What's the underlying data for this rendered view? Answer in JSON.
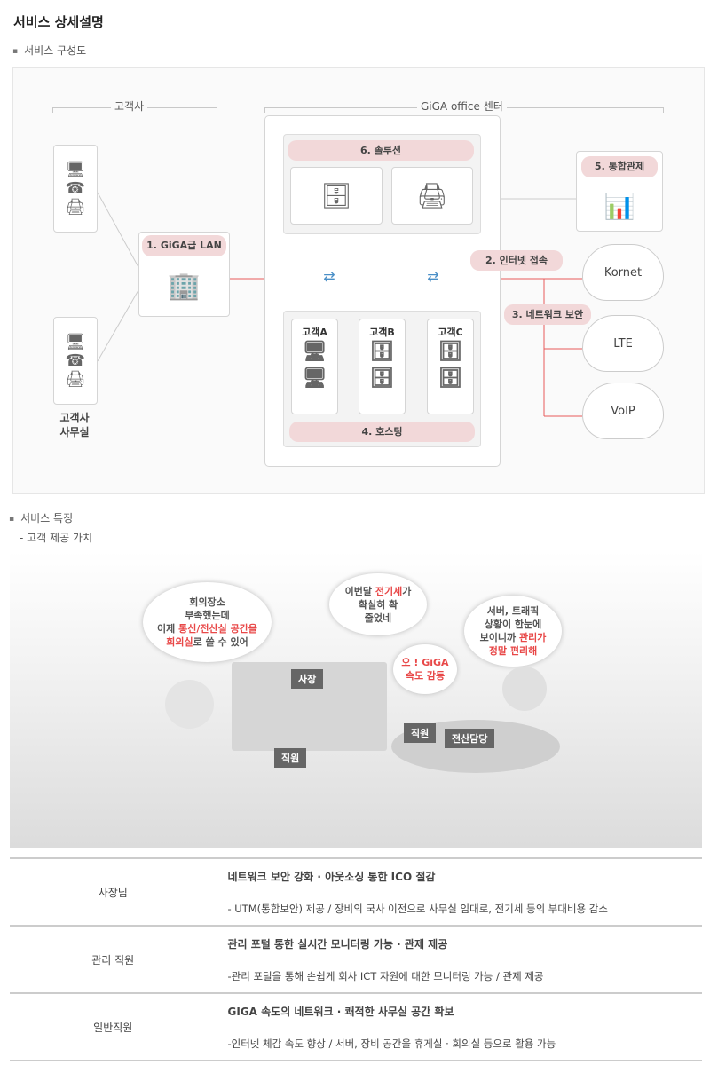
{
  "page_title": "서비스 상세설명",
  "section1": "서비스 구성도",
  "diagram": {
    "customer_group": "고객사",
    "center_group": "GiGA office 센터",
    "customer_office": "고객사\n사무실",
    "lan": "1. GiGA급 LAN",
    "internet": "2. 인터넷 접속",
    "security": "3. 네트워크 보안",
    "hosting": "4. 호스팅",
    "monitoring": "5. 통합관제",
    "solution": "6. 솔루션",
    "clients": [
      "고객A",
      "고객B",
      "고객C"
    ],
    "clouds": [
      "Kornet",
      "LTE",
      "VoIP"
    ]
  },
  "section2": "서비스 특징",
  "section2_sub": "- 고객 제공 가치",
  "scene": {
    "bubble1": {
      "a": "회의장소",
      "b": "부족했는데",
      "c": "이제 ",
      "d": "통신/전산실 공간을",
      "e": "회의실",
      "f": "로 쓸 수 있어"
    },
    "bubble2": {
      "a": "이번달 ",
      "b": "전기세",
      "c": "가",
      "d": "확실히 확",
      "e": "줄었네"
    },
    "bubble3": {
      "a": "오 ! GiGA",
      "b": "속도 감동"
    },
    "bubble4": {
      "a": "서버, 트래픽",
      "b": "상황이 한눈에",
      "c": "보이니까 ",
      "d": "관리가",
      "e": "정말 편리해"
    },
    "tags": [
      "사장",
      "직원",
      "직원",
      "전산담당"
    ]
  },
  "table": [
    {
      "role": "사장님",
      "title": "네트워크 보안 강화 · 아웃소싱 통한 ICO 절감",
      "desc": "- UTM(통합보안) 제공 / 장비의 국사 이전으로 사무실 임대로, 전기세 등의 부대비용 감소"
    },
    {
      "role": "관리 직원",
      "title": "관리 포털 통한 실시간 모니터링 가능 · 관제 제공",
      "desc": "-관리 포털을 통해 손쉽게 회사 ICT 자원에 대한 모니터링 가능 / 관제 제공"
    },
    {
      "role": "일반직원",
      "title": "GIGA 속도의 네트워크 · 쾌적한 사무실 공간 확보",
      "desc": "-인터넷 체감 속도 향상 / 서버, 장비 공간을 휴게실 · 회의실 등으로 활용 가능"
    }
  ]
}
